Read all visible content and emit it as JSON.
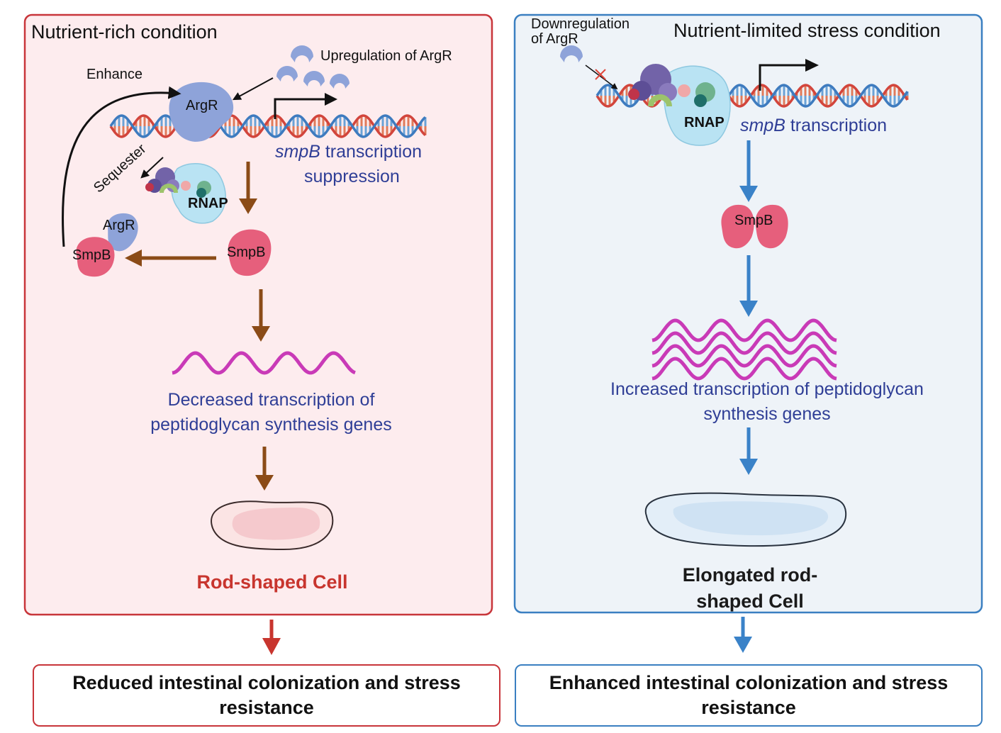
{
  "left": {
    "title": "Nutrient-rich condition",
    "upregulation": "Upregulation of ArgR",
    "enhance": "Enhance",
    "argr": "ArgR",
    "sequester": "Sequester",
    "rnap": "RNAP",
    "smpb_gene": "smpB",
    "transcription_suppression_1": " transcription",
    "transcription_suppression_2": "suppression",
    "complex_argr": "ArgR",
    "complex_smpb": "SmpB",
    "smpb": "SmpB",
    "decreased_1": "Decreased transcription of",
    "decreased_2": "peptidoglycan synthesis genes",
    "cell": "Rod-shaped Cell",
    "outcome": "Reduced intestinal colonization and stress resistance",
    "colors": {
      "border": "#c8353a",
      "fill": "#fdecee",
      "arrow": "#8b4b17"
    }
  },
  "right": {
    "title": "Nutrient-limited stress condition",
    "downregulation_1": "Downregulation",
    "downregulation_2": "of ArgR",
    "rnap": "RNAP",
    "smpb_gene": "smpB",
    "transcription": " transcription",
    "smpb": "SmpB",
    "increased_1": "Increased transcription of peptidoglycan",
    "increased_2": "synthesis genes",
    "cell_1": "Elongated rod-",
    "cell_2": "shaped  Cell",
    "outcome": "Enhanced intestinal colonization  and stress resistance",
    "colors": {
      "border": "#3a7fc1",
      "fill": "#eef3f8",
      "arrow": "#3a82c8"
    }
  }
}
